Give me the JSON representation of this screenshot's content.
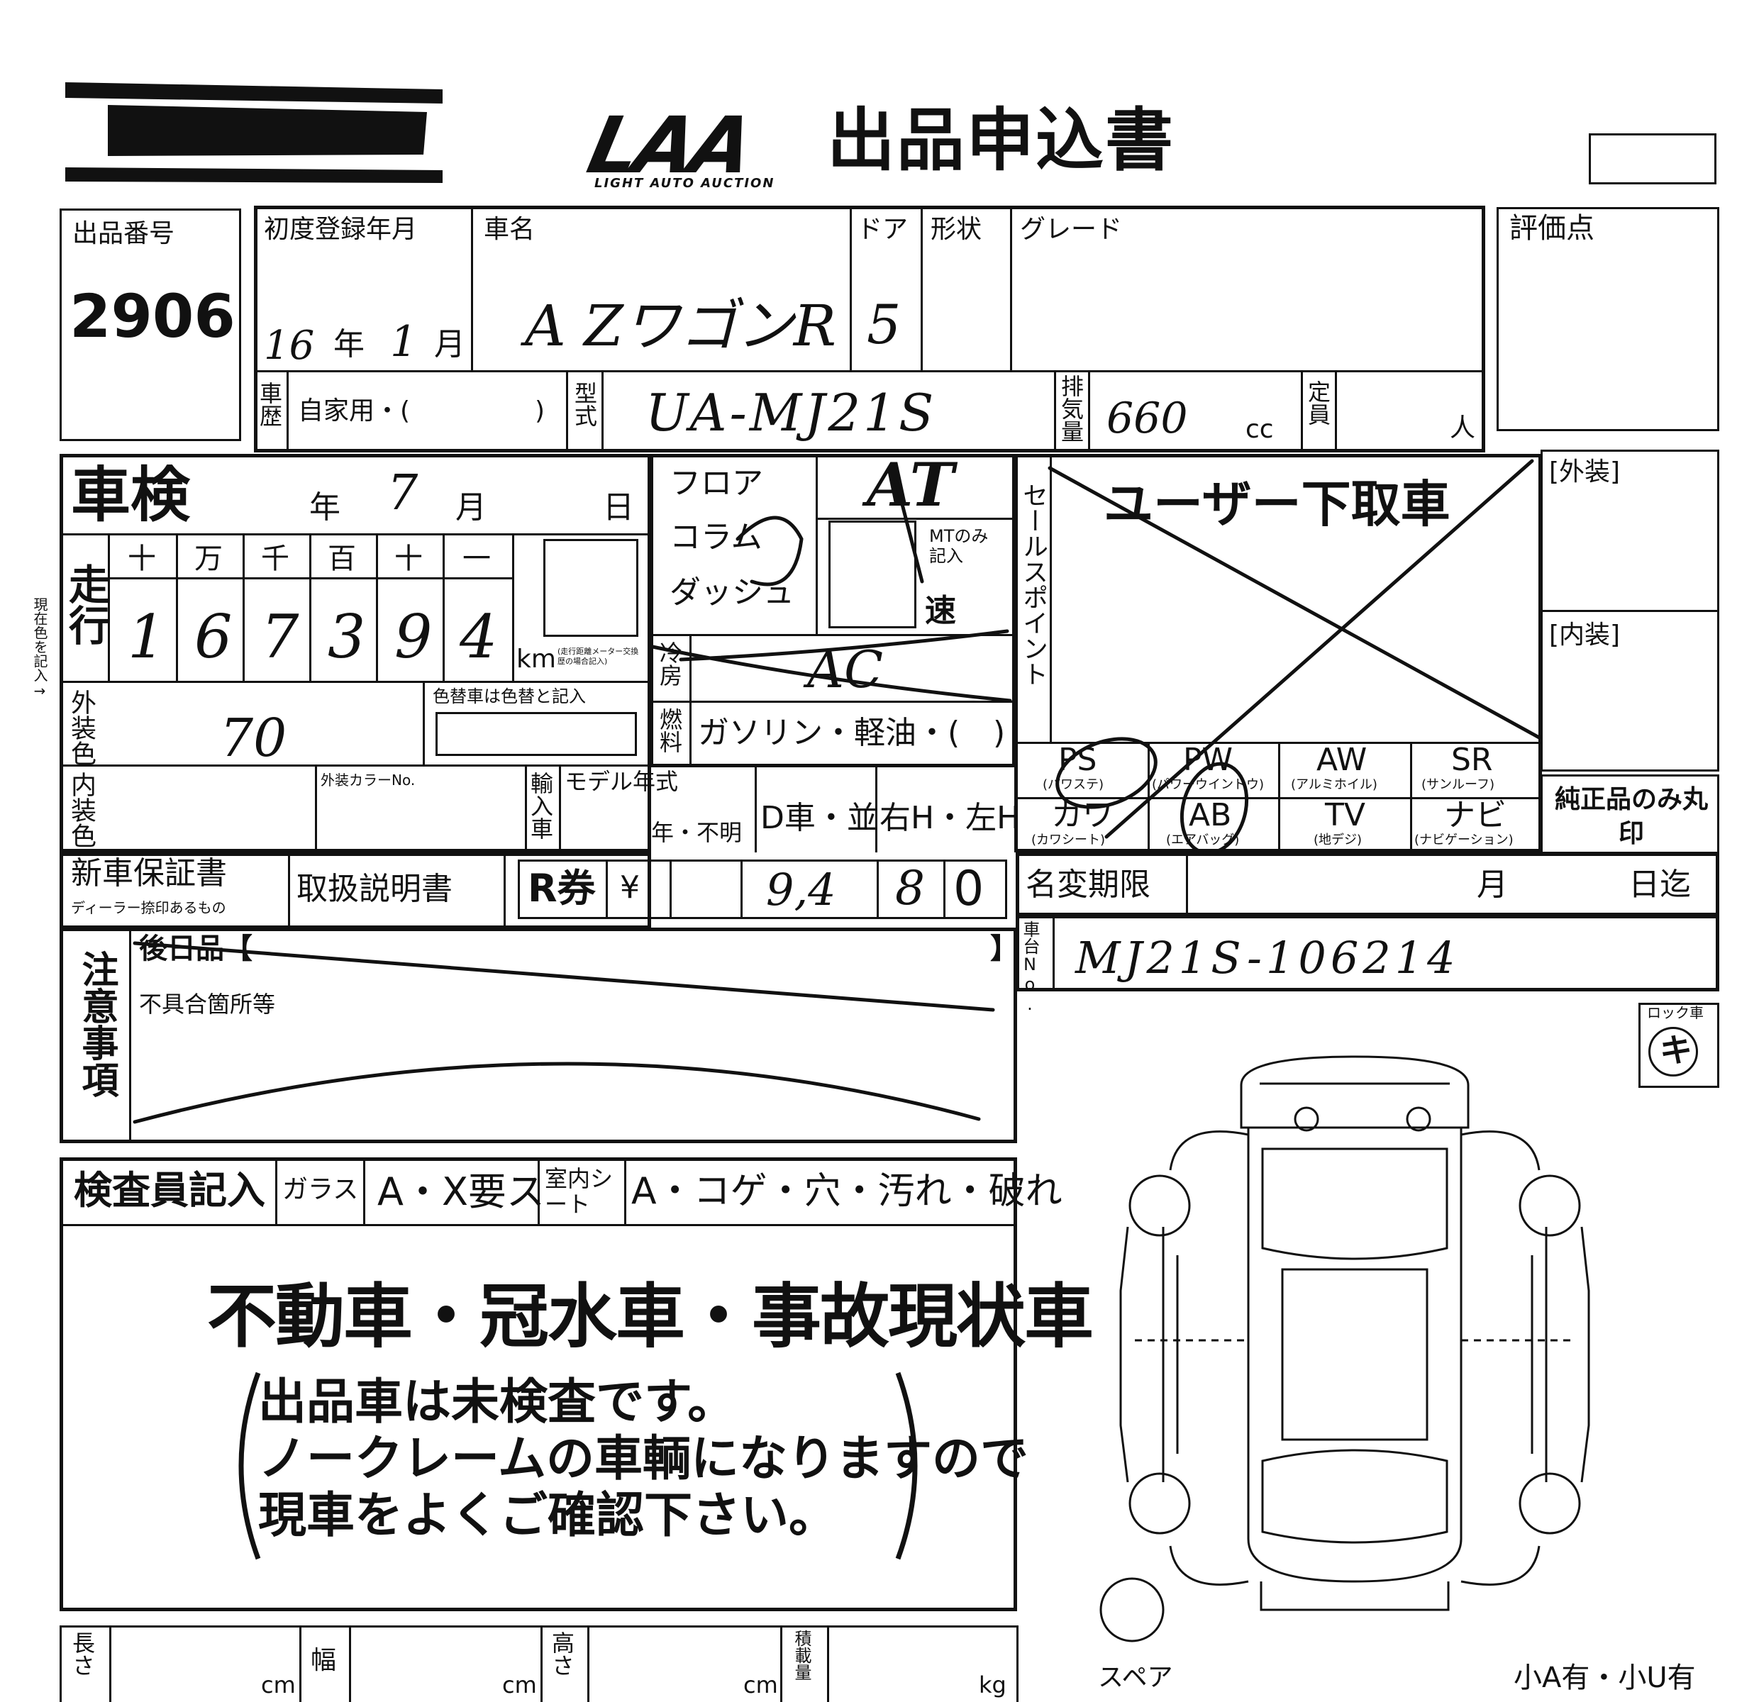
{
  "header": {
    "logo": "LAA",
    "logo_sub": "LIGHT AUTO AUCTION",
    "title": "出品申込書"
  },
  "listing": {
    "number_label": "出品番号",
    "number": "2906"
  },
  "vehicle": {
    "first_reg_label": "初度登録年月",
    "first_reg_year": "16",
    "year_label": "年",
    "first_reg_month": "1",
    "month_label": "月",
    "name_label": "車名",
    "name": "A ZワゴンR",
    "door_label": "ドア",
    "door": "5",
    "shape_label": "形状",
    "grade_label": "グレード",
    "history_label": "車歴",
    "history": "自家用・(",
    "history_close": ")",
    "model_label": "型式",
    "model": "UA-MJ21S",
    "displacement_label": "排気量",
    "displacement": "660",
    "cc": "cc",
    "capacity_label": "定員",
    "person": "人",
    "rating_label": "評価点"
  },
  "inspection": {
    "shaken_label": "車検",
    "year": "年",
    "month_value": "7",
    "month": "月",
    "day": "日",
    "mileage_label": "走行",
    "digit_headers": [
      "十",
      "万",
      "千",
      "百",
      "十",
      "一"
    ],
    "mileage_digits": [
      "1",
      "6",
      "7",
      "3",
      "9",
      "4"
    ],
    "km": "km",
    "km_note": "(走行距離メーター交換歴の場合記入)",
    "ext_color_label": "外装色",
    "ext_color": "70",
    "color_change_label": "色替車は色替と記入",
    "current_color_note": "現在色を記入→",
    "int_color_label": "内装色",
    "ext_color_no_label": "外装カラーNo.",
    "import_label": "輸入車",
    "model_year_label": "モデル年式",
    "model_year_value": "年・不明",
    "dealer": "D車・並",
    "handle": "右H・左H"
  },
  "shift": {
    "floor": "フロア",
    "column": "コラム",
    "dash": "ダッシュ",
    "transmission": "AT",
    "mt_note": "MTのみ記入",
    "speed": "速",
    "ac_label": "冷房",
    "ac_value": "AC",
    "fuel_label": "燃料",
    "fuel": "ガソリン・軽油・(",
    "fuel_close": ")"
  },
  "sales": {
    "label": "セールスポイント",
    "note": "ユーザー下取車",
    "exterior_label": "[外装]",
    "interior_label": "[内装]"
  },
  "equipment": [
    {
      "code": "PS",
      "desc": "(パワステ)"
    },
    {
      "code": "PW",
      "desc": "(パワーウインドウ)"
    },
    {
      "code": "AW",
      "desc": "(アルミホイル)"
    },
    {
      "code": "SR",
      "desc": "(サンルーフ)"
    },
    {
      "code": "カワ",
      "desc": "(カワシート)"
    },
    {
      "code": "AB",
      "desc": "(エアバッグ)"
    },
    {
      "code": "TV",
      "desc": "(地デジ)"
    },
    {
      "code": "ナビ",
      "desc": "(ナビゲーション)"
    }
  ],
  "genuine_only": "純正品のみ丸印",
  "docs": {
    "warranty": "新車保証書",
    "warranty_note": "ディーラー捺印あるもの",
    "manual": "取扱説明書",
    "recycle_label": "R券",
    "yen": "¥",
    "recycle_amount": [
      "",
      "9,4",
      "8",
      "0"
    ],
    "name_change_label": "名変期限",
    "name_change_month": "月",
    "name_change_day": "日迄"
  },
  "chassis": {
    "label": "車台No.",
    "value": "MJ21S-106214"
  },
  "notes": {
    "label": "注意事項",
    "later": "後日品【",
    "later_close": "】",
    "defects": "不具合箇所等"
  },
  "lock": {
    "label": "ロック車",
    "mark": "キ"
  },
  "inspector": {
    "label": "検査員記入",
    "glass_label": "ガラス",
    "glass_options": "A・X要ス",
    "seat_label": "室内シート",
    "seat_options": "A・コゲ・穴・汚れ・破れ",
    "stamp_title": "不動車・冠水車・事故現状車",
    "stamp_lines": [
      "出品車は未検査です。",
      "ノークレームの車輌になりますので",
      "現車をよくご確認下さい。"
    ]
  },
  "dimensions": {
    "length_label": "長さ",
    "width_label": "幅",
    "height_label": "高さ",
    "load_label": "積載量",
    "cm": "cm",
    "kg": "kg"
  },
  "spare_label": "スペア",
  "small_marks": "小A有・小U有"
}
